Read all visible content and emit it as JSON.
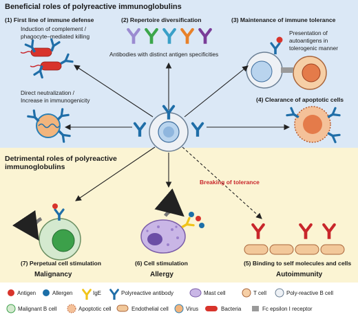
{
  "top_section": {
    "title": "Beneficial roles of polyreactive immunoglobulins",
    "panel1": {
      "heading": "(1) First line of immune defense",
      "line1": "Induction of complement /",
      "line2": "phagocyte–mediated killing",
      "line3": "Direct neutralization /",
      "line4": "Increase in immunogenicity"
    },
    "panel2": {
      "heading": "(2) Repertoire diversification",
      "caption": "Antibodies with distinct antigen specificities"
    },
    "panel3": {
      "heading": "(3) Maintenance of immune tolerance",
      "line1": "Presentation of",
      "line2": "autoantigens in",
      "line3": "tolerogenic manner"
    },
    "panel4": {
      "heading": "(4) Clearance of apoptotic cells"
    }
  },
  "bottom_section": {
    "title_line1": "Detrimental roles of polyreactive",
    "title_line2": "immunoglobulins",
    "breaking": "Breaking of tolerance",
    "panel7": {
      "heading": "(7) Perpetual cell stimulation",
      "label": "Malignancy"
    },
    "panel6": {
      "heading": "(6) Cell stimulation",
      "label": "Allergy"
    },
    "panel5": {
      "heading": "(5) Binding to self molecules and cells",
      "label": "Autoimmunity"
    }
  },
  "legend": {
    "row1": [
      "Antigen",
      "Allergen",
      "IgE",
      "Polyreactive antibody",
      "Mast cell",
      "T cell",
      "Poly-reactive B cell"
    ],
    "row2": [
      "Malignant B cell",
      "Apoptotic cell",
      "Endothelial cell",
      "Virus",
      "Bacteria",
      "Fc epsilon I receptor"
    ]
  },
  "colors": {
    "top_bg": "#dbe8f6",
    "bottom_bg": "#fbf4d3",
    "antibody": "#1f6ea8",
    "antigen": "#d8342c",
    "allergen": "#1c6fa8",
    "ige": "#f0c419",
    "red_antibody": "#c8262b",
    "breaking_text": "#c8262b"
  },
  "icons": [
    "antigen-icon",
    "allergen-icon",
    "ige-icon",
    "polyreactive-antibody-icon",
    "mast-cell-icon",
    "t-cell-icon",
    "b-cell-icon",
    "malignant-b-cell-icon",
    "apoptotic-cell-icon",
    "endothelial-cell-icon",
    "virus-icon",
    "bacteria-icon",
    "fc-receptor-icon"
  ]
}
